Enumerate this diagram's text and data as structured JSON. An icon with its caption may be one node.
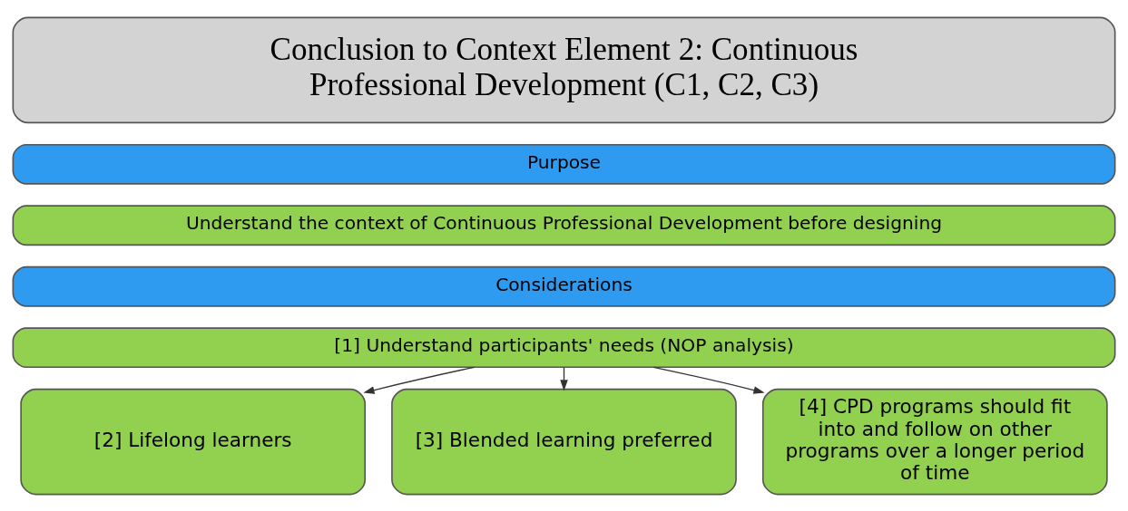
{
  "diagram": {
    "nodes": [
      {
        "text": [
          "Conclusion to Context Element 2: Continuous Professional Development (C1, C2, C3)"
        ]
      },
      {
        "text": [
          "Purpose"
        ]
      },
      {
        "text": [
          "Understand the context of Continuous Professional Development before designing"
        ]
      },
      {
        "text": [
          "Considerations"
        ]
      },
      {
        "text": [
          "[1] Understand participants' needs (NOP analysis)"
        ]
      },
      {
        "text": [
          "[2] Lifelong learners"
        ]
      },
      {
        "text": [
          "[3] Blended learning preferred"
        ]
      },
      {
        "text": [
          "[4] CPD programs should fit into and follow on other programs over a longer period of time"
        ]
      }
    ],
    "edges": [
      {
        "from": 4,
        "to": 5,
        "arrow": "to"
      },
      {
        "from": 4,
        "to": 6,
        "arrow": "to"
      },
      {
        "from": 4,
        "to": 7,
        "arrow": "to"
      }
    ]
  }
}
